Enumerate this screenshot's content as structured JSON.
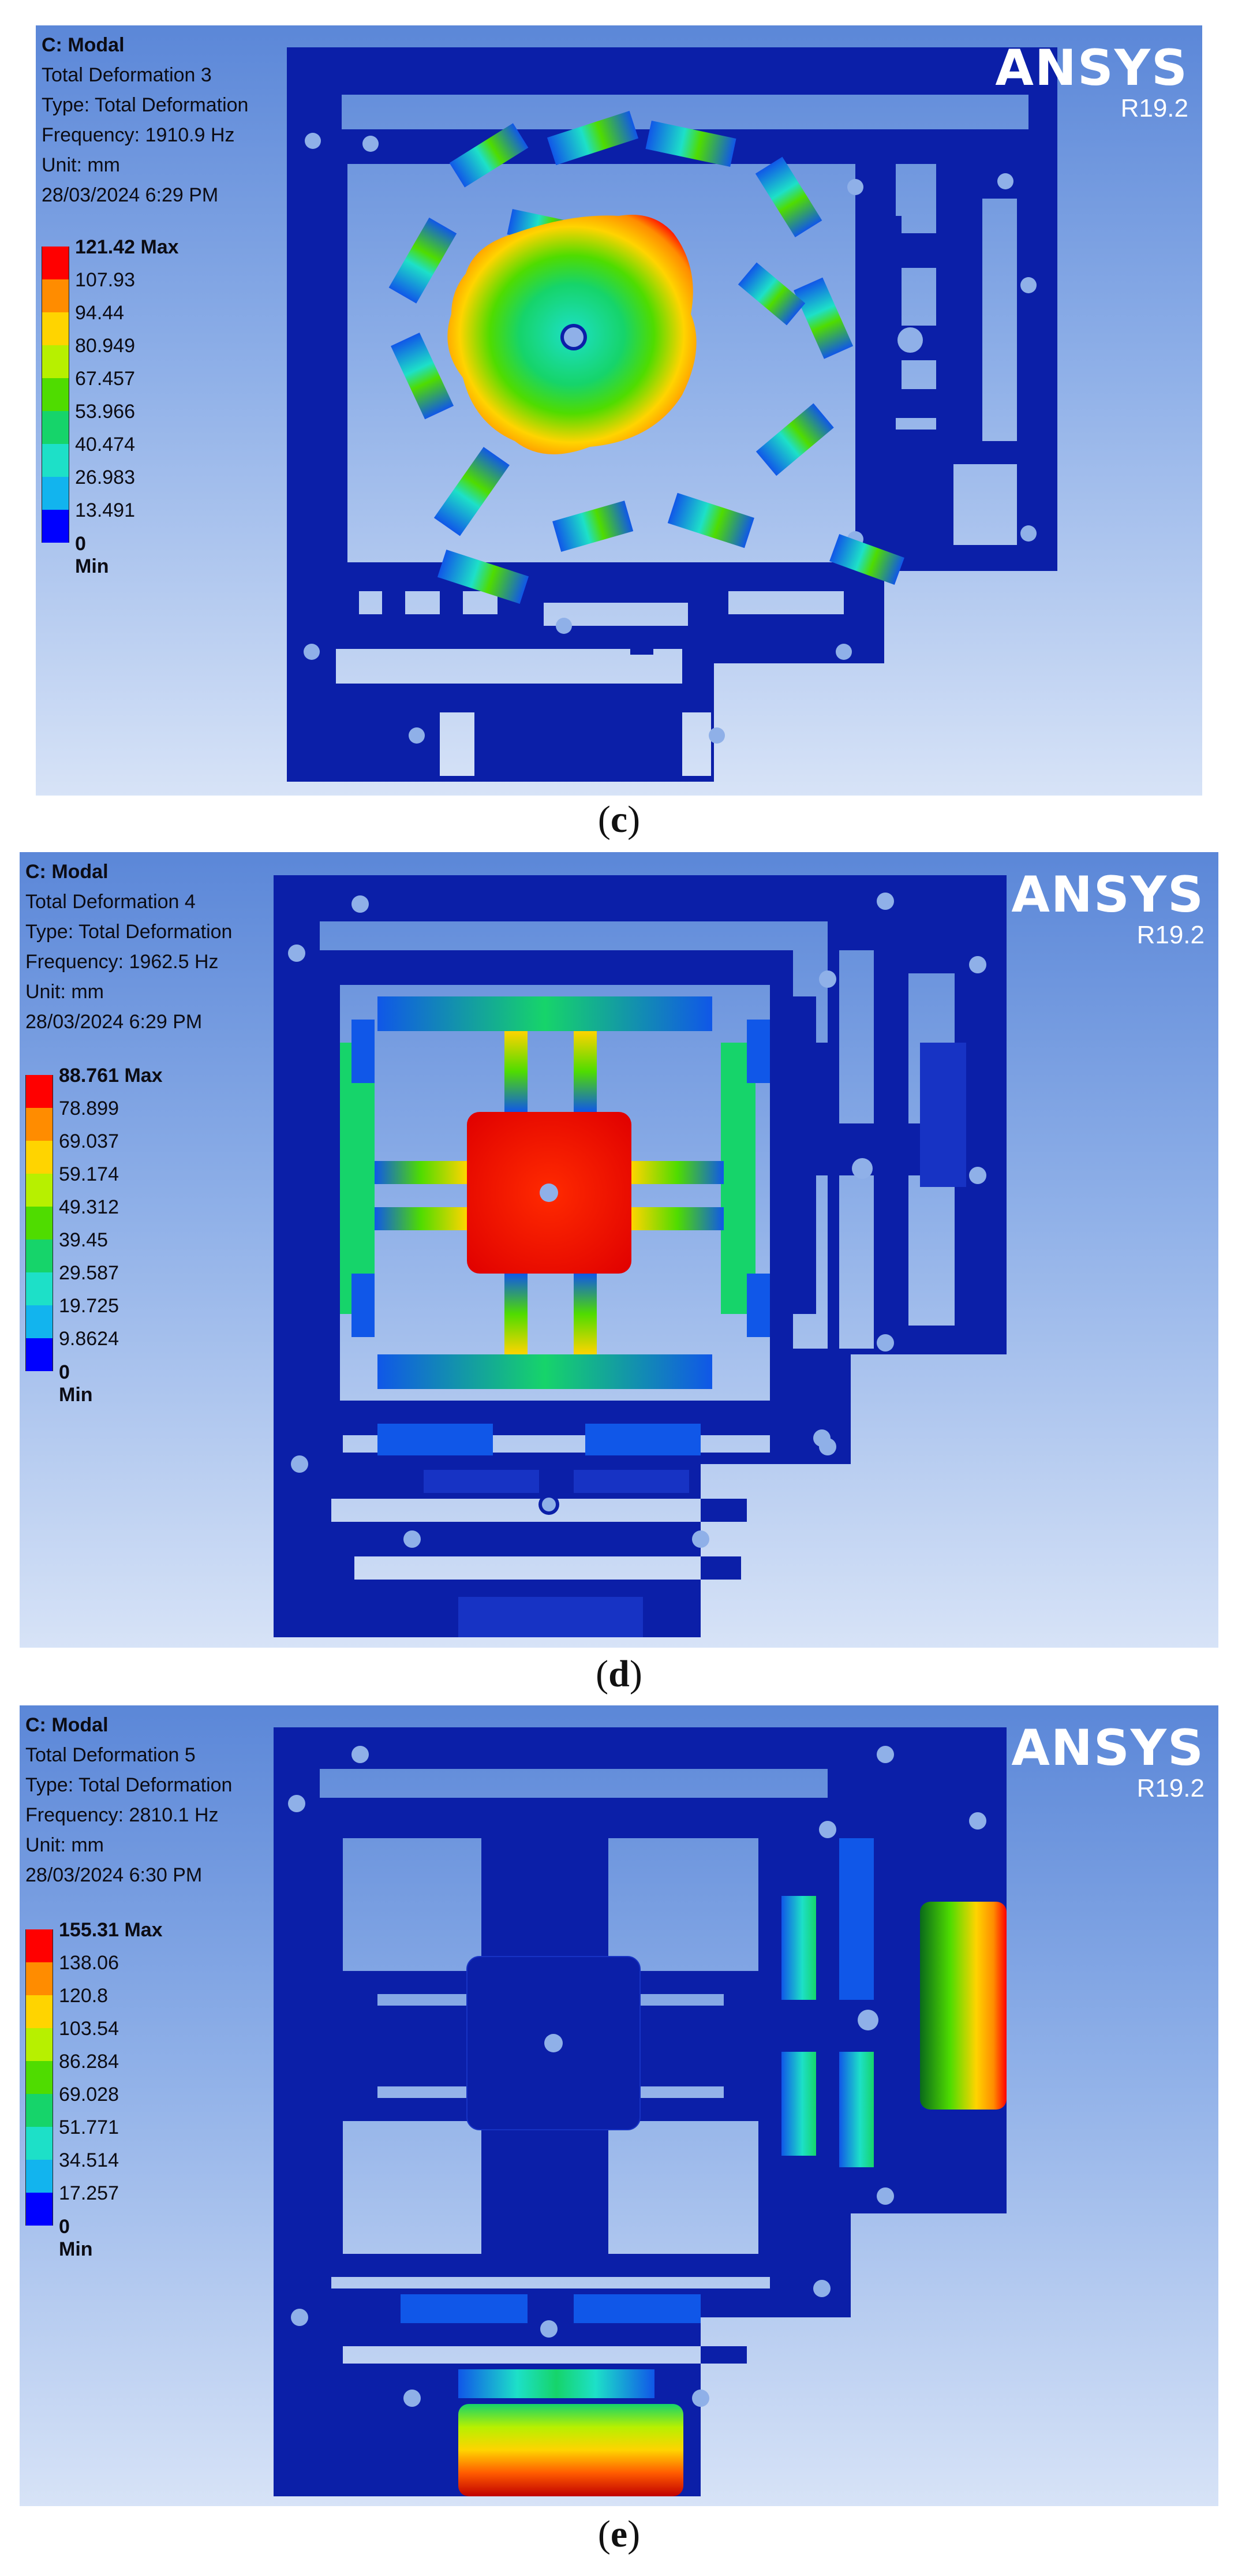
{
  "panels": [
    {
      "id": "c",
      "analysis": "C: Modal",
      "result": "Total Deformation 3",
      "type": "Type: Total Deformation",
      "frequency": "Frequency: 1910.9 Hz",
      "unit": "Unit: mm",
      "timestamp": "28/03/2024 6:29 PM",
      "legend": [
        "121.42 Max",
        "107.93",
        "94.44",
        "80.949",
        "67.457",
        "53.966",
        "40.474",
        "26.983",
        "13.491",
        "0 Min"
      ],
      "brand": "ANSYS",
      "version": "R19.2",
      "caption_open": "(",
      "caption_letter": "c",
      "caption_close": ")"
    },
    {
      "id": "d",
      "analysis": "C: Modal",
      "result": "Total Deformation 4",
      "type": "Type: Total Deformation",
      "frequency": "Frequency: 1962.5 Hz",
      "unit": "Unit: mm",
      "timestamp": "28/03/2024 6:29 PM",
      "legend": [
        "88.761 Max",
        "78.899",
        "69.037",
        "59.174",
        "49.312",
        "39.45",
        "29.587",
        "19.725",
        "9.8624",
        "0 Min"
      ],
      "brand": "ANSYS",
      "version": "R19.2",
      "caption_open": "(",
      "caption_letter": "d",
      "caption_close": ")"
    },
    {
      "id": "e",
      "analysis": "C: Modal",
      "result": "Total Deformation 5",
      "type": "Type: Total Deformation",
      "frequency": "Frequency: 2810.1 Hz",
      "unit": "Unit: mm",
      "timestamp": "28/03/2024 6:30 PM",
      "legend": [
        "155.31 Max",
        "138.06",
        "120.8",
        "103.54",
        "86.284",
        "69.028",
        "51.771",
        "34.514",
        "17.257",
        "0 Min"
      ],
      "brand": "ANSYS",
      "version": "R19.2",
      "caption_open": "(",
      "caption_letter": "e",
      "caption_close": ")"
    }
  ],
  "legend_colors": [
    "#ff0000",
    "#ff8c00",
    "#ffd400",
    "#b7f000",
    "#4fdc00",
    "#16d46a",
    "#1de0c8",
    "#12b4ee",
    "#1057e8",
    "#0000ff"
  ],
  "model_color": "#0b1fa8"
}
